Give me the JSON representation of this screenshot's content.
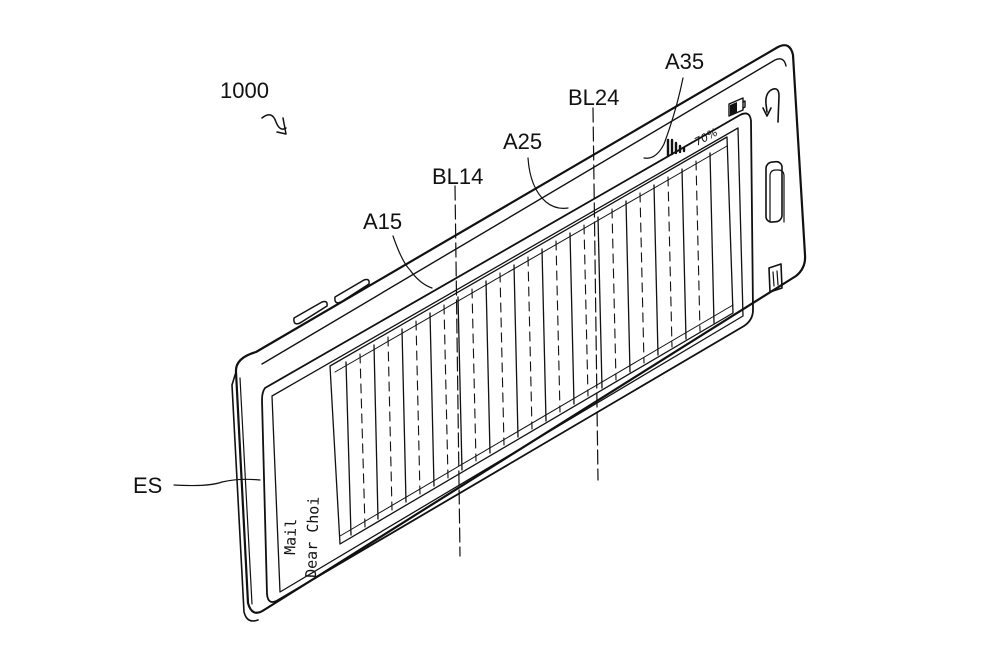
{
  "figure": {
    "reference_numeral": "1000",
    "labels": {
      "a15": "A15",
      "a25": "A25",
      "a35": "A35",
      "bl14": "BL14",
      "bl24": "BL24",
      "es": "ES"
    },
    "screen": {
      "app_title": "Mail",
      "greeting": "Dear Choi",
      "battery_percent": "70%"
    }
  }
}
